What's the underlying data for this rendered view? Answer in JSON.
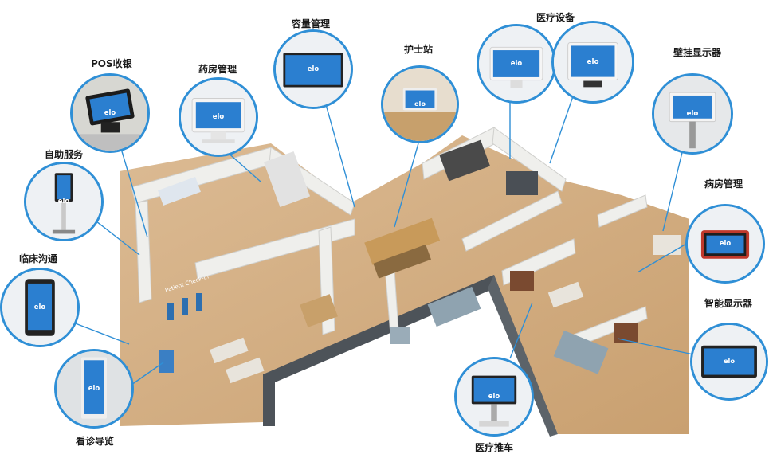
{
  "labels": {
    "pos": "POS收银",
    "pharmacy": "药房管理",
    "capacity": "容量管理",
    "nurse": "护士站",
    "medical_equipment": "医疗设备",
    "wall_display": "壁挂显示器",
    "self_service": "自助服务",
    "ward": "病房管理",
    "clinical_comm": "临床沟通",
    "smart_display": "智能显示器",
    "guide": "看诊导览",
    "cart": "医疗推车"
  },
  "brand": "elo",
  "sign_text": "Patient Check-In",
  "colors": {
    "callout_border": "#2f8fd6",
    "connector": "#2f8fd6",
    "floor": "#d9b48a",
    "wall": "#ecebe8",
    "screen": "#1e7fd0"
  }
}
